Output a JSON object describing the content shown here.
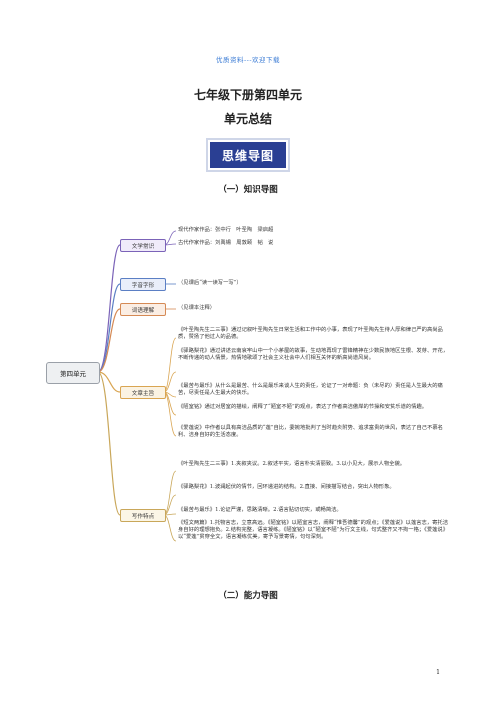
{
  "header": {
    "note": "优质资料---欢迎下载"
  },
  "title": "七年级下册第四单元",
  "subtitle": "单元总结",
  "banner": "思维导图",
  "section1": "（一）知识导图",
  "section2": "（二）能力导图",
  "mindmap": {
    "root": "第四单元",
    "branches": [
      {
        "label": "文学常识",
        "color": "#7b63b8",
        "fill": "#f0ebfa",
        "leaves": [
          "现代作家作品：张中行　叶圣陶　梁启超",
          "古代作家作品：刘禹锡　周敦颐　韬　说"
        ]
      },
      {
        "label": "字音字形",
        "color": "#5b7fc4",
        "fill": "#e9eefa",
        "leaves": [
          "（见课后“读一读写一写”）"
        ]
      },
      {
        "label": "词语理解",
        "color": "#d58a55",
        "fill": "#fbeee4",
        "leaves": [
          "（见课本注释）"
        ]
      },
      {
        "label": "文章主旨",
        "color": "#d9a552",
        "fill": "#fbf3e3",
        "leaves": [
          "《叶圣陶先生二三事》通过记叙叶圣陶先生日常生活和工作中的小事，表现了叶圣陶先生待人厚和律己严的高尚品质，赞扬了他过人的品德。",
          "《驿路梨花》通过讲述云南哀牢山中一个小茅屋的故事，生动地再现了雷锋精神在少数民族地区生根、发芽、开花，不断传递的动人情景，热情地歌颂了社会主义社会中人们相互关怀的新高尚道风尚。",
          "《最苦与最乐》从什么是最苦、什么是最乐来谈人生的责任，论证了一对命题：负（未尽的）责任是人生最大的痛苦，尽责任是人生最大的快乐。",
          "《陋室铭》通过对居室的描绘，阐释了“陋室不陋”的观点，表达了作者高洁傲岸的节操和安贫乐道的情趣。",
          "《爱莲说》中作者以具有高洁品质的“莲”自比，委婉地批判了当时趋炎附势、追求富贵的世风，表达了自己不慕名利、洁身自好的生活态度。"
        ]
      },
      {
        "label": "写作特点",
        "color": "#c9a75a",
        "fill": "#fbf6e6",
        "leaves": [
          "《叶圣陶先生二三事》1.夹叙夹议。2.叙述平实，语言朴实清丽致。3.以小见大，展示人物全貌。",
          "《驿路梨花》1.波澜起伏的情节，回环递进的结构。2.直接、间接描写结合，突出人物形象。",
          "《最苦与最乐》1.论证严谨，思路清晰。2.语言贴切切实，或畅简洁。",
          "《短文两篇》1.托物言志，立意高远。《陋室铭》以陋室言志，阐释“惟吾德馨”的观点；《爱莲说》以莲言志，寄托洁身自好的理想抱负。2.结构完整，语言凝练。《陋室铭》以“陋室不陋”为行文主线，句式整齐又不拘一格；《爱莲说》以“爱莲”贯穿全文，语言凝练优美，寄予写景寄情，句句深刻。"
        ]
      }
    ]
  },
  "page_number": "1"
}
